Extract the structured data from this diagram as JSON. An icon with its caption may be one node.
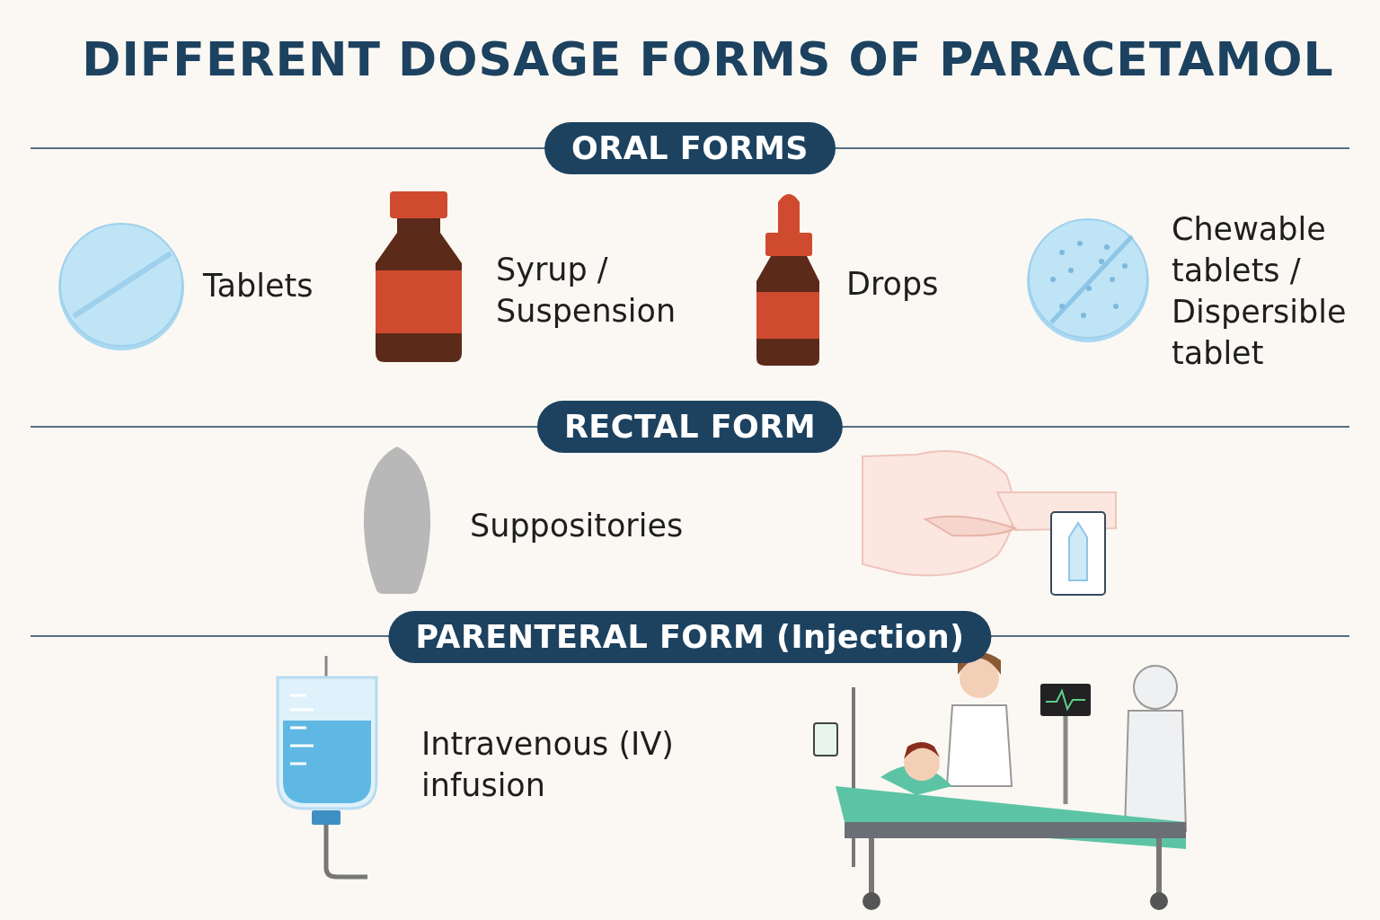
{
  "diagram": {
    "title": "DIFFERENT DOSAGE FORMS OF PARACETAMOL",
    "nodes": [
      {
        "text": [
          "ORAL FORMS"
        ]
      },
      {
        "text": [
          "RECTAL FORM"
        ]
      },
      {
        "text": [
          "PARENTERAL FORM (Injection)"
        ]
      }
    ],
    "labels": [
      "Tablets",
      "Syrup / Suspension",
      "Drops",
      "Chewable tablets / Dispersible tablet",
      "Suppositories",
      "Intravenous (IV) infusion"
    ]
  }
}
